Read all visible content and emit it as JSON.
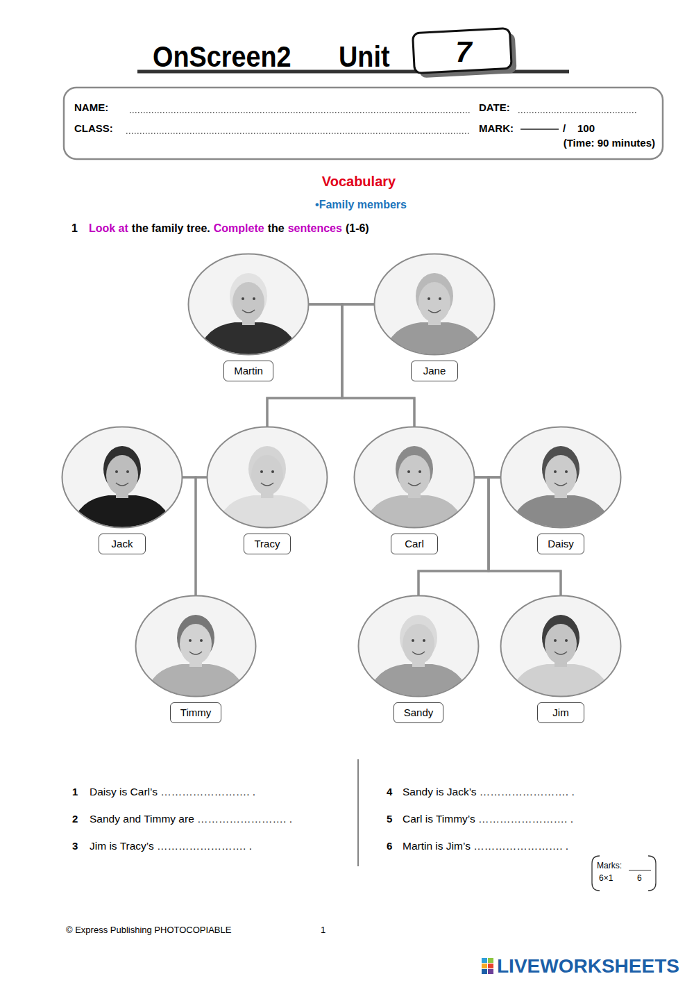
{
  "diagram": {
    "nodes": [
      {
        "text": [
          "Martin"
        ]
      },
      {
        "text": [
          "Jane"
        ]
      },
      {
        "text": [
          "Jack"
        ]
      },
      {
        "text": [
          "Tracy"
        ]
      },
      {
        "text": [
          "Carl"
        ]
      },
      {
        "text": [
          "Daisy"
        ]
      },
      {
        "text": [
          "Timmy"
        ]
      },
      {
        "text": [
          "Sandy"
        ]
      },
      {
        "text": [
          "Jim"
        ]
      }
    ],
    "edges": [
      {
        "from": 0,
        "to": 1,
        "arrow": "none"
      },
      {
        "from": 0,
        "to": 3,
        "arrow": "none"
      },
      {
        "from": 0,
        "to": 4,
        "arrow": "none"
      },
      {
        "from": 1,
        "to": 3,
        "arrow": "none"
      },
      {
        "from": 1,
        "to": 4,
        "arrow": "none"
      },
      {
        "from": 2,
        "to": 3,
        "arrow": "none"
      },
      {
        "from": 2,
        "to": 6,
        "arrow": "none"
      },
      {
        "from": 3,
        "to": 6,
        "arrow": "none"
      },
      {
        "from": 4,
        "to": 5,
        "arrow": "none"
      },
      {
        "from": 4,
        "to": 7,
        "arrow": "none"
      },
      {
        "from": 4,
        "to": 8,
        "arrow": "none"
      },
      {
        "from": 5,
        "to": 7,
        "arrow": "none"
      },
      {
        "from": 5,
        "to": 8,
        "arrow": "none"
      }
    ],
    "labels": [
      "OnScreen2",
      "Unit",
      "7",
      "NAME:",
      "DATE:",
      "CLASS:",
      "MARK:",
      "/",
      "100",
      "(Time: 90 minutes)",
      "Vocabulary",
      "•Family members",
      "1",
      "Look at",
      "the family tree.",
      "Complete",
      "the",
      "sentences",
      "(1-6)",
      "1",
      "Daisy is Carl’s ……………………. .",
      "2",
      "Sandy and Timmy are ……………………. .",
      "3",
      "Jim is Tracy’s ……………………. .",
      "4",
      "Sandy is Jack’s ……………………. .",
      "5",
      "Carl is Timmy’s ……………………. .",
      "6",
      "Martin is Jim’s ……………………. .",
      "Marks:",
      "6×1",
      "6",
      "© Express Publishing PHOTOCOPIABLE",
      "1",
      "LIVEWORKSHEETS"
    ]
  }
}
